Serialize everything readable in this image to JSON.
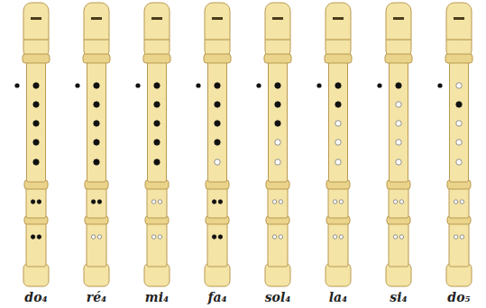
{
  "diagram": {
    "labels": [
      "do₄",
      "ré₄",
      "mi₄",
      "fa₄",
      "sol₄",
      "la₄",
      "si₄",
      "do₅"
    ]
  }
}
